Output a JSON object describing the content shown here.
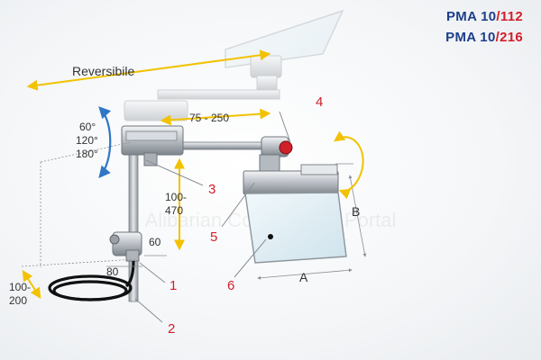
{
  "titles": [
    {
      "model": "PMA 10",
      "sep": "/",
      "number": "112"
    },
    {
      "model": "PMA 10",
      "sep": "/",
      "number": "216"
    }
  ],
  "labels": {
    "reversible": "Reversibile",
    "angles": [
      "60°",
      "120°",
      "180°"
    ],
    "reach": "75 - 250",
    "height_a": "100-",
    "height_b": "470",
    "dim_60": "60",
    "dim_80": "80",
    "base_a": "100-",
    "base_b": "200",
    "dim_a": "A",
    "dim_b": "B"
  },
  "callouts": [
    "1",
    "2",
    "3",
    "4",
    "5",
    "6"
  ],
  "watermark": "Alibarian Construction Portal",
  "colors": {
    "title_blue": "#1d3f8a",
    "callout_red": "#d0202a",
    "arrow_yellow": "#f2c200",
    "arrow_blue": "#2f77c6",
    "dim_gray": "#8a8f96"
  }
}
